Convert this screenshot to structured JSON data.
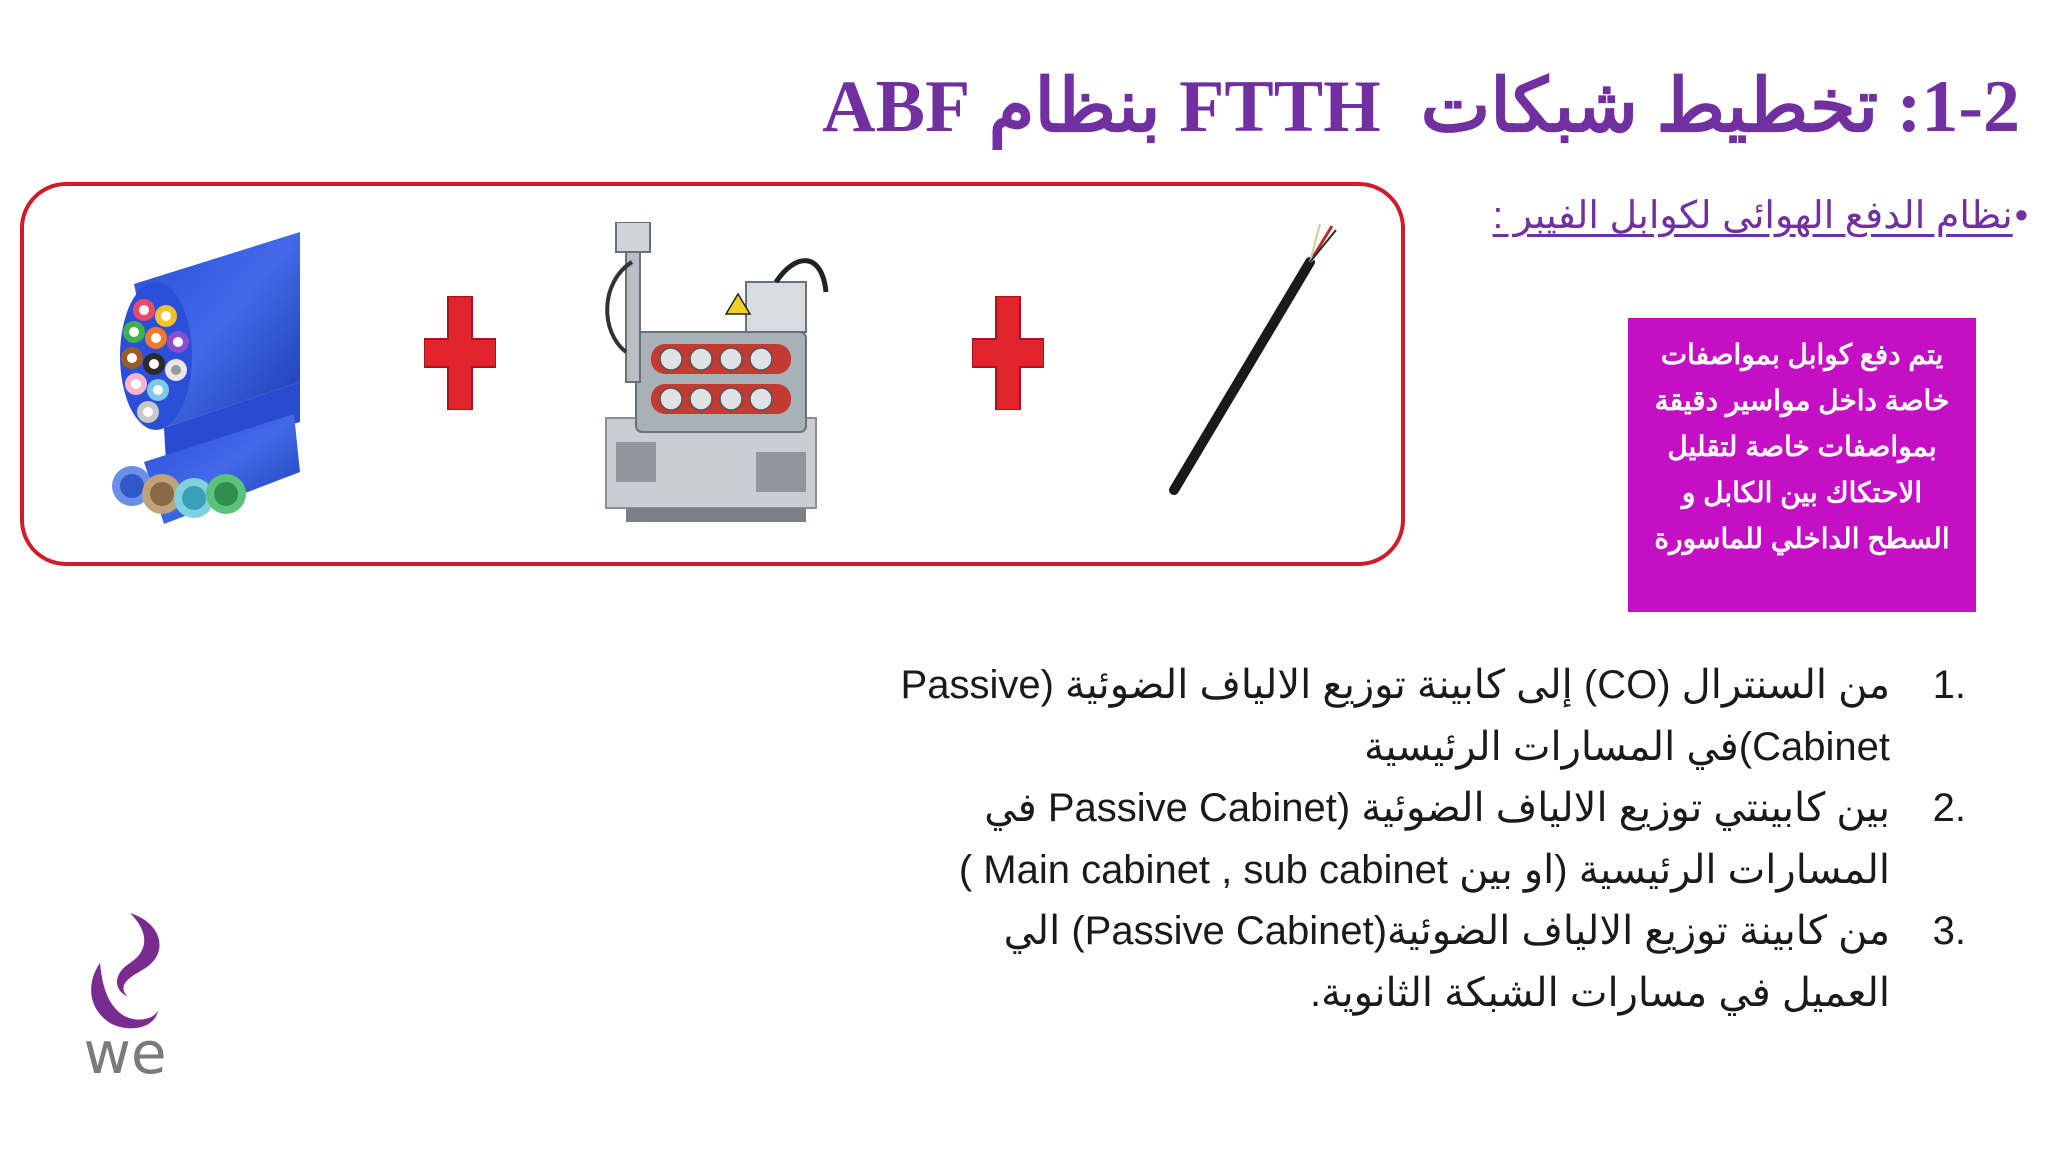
{
  "title": {
    "part1": "1-2: تخطيط شبكات",
    "part2": "FTTH بنظام ABF"
  },
  "subtitle": {
    "bullet": "•",
    "text": "نظام الدفع الهوائى لكوابل الفيبر  :"
  },
  "callout": {
    "text": "يتم دفع كوابل بمواصفات خاصة داخل مواسير دقيقة بمواصفات خاصة لتقليل الاحتكاك بين الكابل و السطح الداخلي للماسورة"
  },
  "list": {
    "items": [
      {
        "num": "1.",
        "text": "من السنترال (CO) إلى كابينة توزيع الالياف الضوئية (Passive Cabinet)في المسارات الرئيسية"
      },
      {
        "num": "2.",
        "text": "بين  كابينتي  توزيع الالياف الضوئية (Passive Cabinet في المسارات الرئيسية (او بين  Main cabinet , sub cabinet )"
      },
      {
        "num": "3.",
        "text": "من  كابينة توزيع الالياف الضوئية(Passive Cabinet) الي العميل في مسارات الشبكة الثانوية."
      }
    ]
  },
  "images": {
    "microducts": "microduct-bundle-image",
    "blowing_machine": "cable-blowing-machine-image",
    "cable": "fiber-cable-image",
    "plus_icon": "plus-icon"
  },
  "logo": {
    "text": "we"
  },
  "colors": {
    "title": "#7030a0",
    "frame": "#d11a2a",
    "plus": "#e0232c",
    "callout_bg": "#c50fc4",
    "logo": "#7a2b8f"
  }
}
